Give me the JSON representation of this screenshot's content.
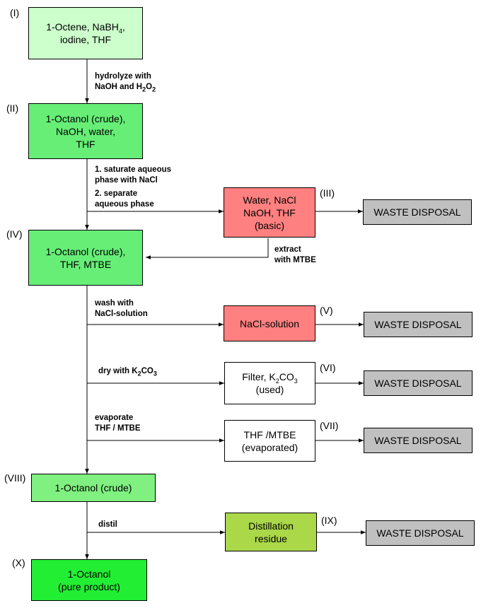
{
  "nodes": {
    "n1": {
      "id": "(I)",
      "lines": [
        "1-Octene, NaBH<sub>4</sub>,",
        "iodine, THF"
      ],
      "color": "#ccffcc"
    },
    "n2": {
      "id": "(II)",
      "lines": [
        "1-Octanol (crude),",
        "NaOH, water,",
        "THF"
      ],
      "color": "#66ee77"
    },
    "n3": {
      "id": "(III)",
      "lines": [
        "Water, NaCl",
        "NaOH, THF",
        "(basic)"
      ],
      "color": "#ff8080"
    },
    "n4": {
      "id": "(IV)",
      "lines": [
        "1-Octanol (crude),",
        "THF, MTBE"
      ],
      "color": "#66ee77"
    },
    "n5": {
      "id": "(V)",
      "lines": [
        "NaCl-solution"
      ],
      "color": "#ff8080"
    },
    "n6": {
      "id": "(VI)",
      "lines": [
        "Filter, K<sub>2</sub>CO<sub>3</sub>",
        "(used)"
      ],
      "color": "#ffffff"
    },
    "n7": {
      "id": "(VII)",
      "lines": [
        "THF /MTBE",
        "(evaporated)"
      ],
      "color": "#ffffff"
    },
    "n8": {
      "id": "(VIII)",
      "lines": [
        "1-Octanol (crude)"
      ],
      "color": "#80f080"
    },
    "n9": {
      "id": "(IX)",
      "lines": [
        "Distillation",
        "residue"
      ],
      "color": "#aad848"
    },
    "n10": {
      "id": "(X)",
      "lines": [
        "1-Octanol",
        "(pure product)"
      ],
      "color": "#22ee33"
    }
  },
  "waste_label": "WASTE DISPOSAL",
  "edge_labels": {
    "hydrolyze": [
      "hydrolyze with",
      "NaOH and H<sub>2</sub>O<sub>2</sub>"
    ],
    "saturate": [
      "1. saturate aqueous",
      "phase with NaCl"
    ],
    "separate": [
      "2. separate",
      "aqueous phase"
    ],
    "extract": [
      "extract",
      "with MTBE"
    ],
    "wash": [
      "wash with",
      "NaCl-solution"
    ],
    "dry": [
      "dry with K<sub>2</sub>CO<sub>3</sub>"
    ],
    "evaporate": [
      "evaporate",
      "THF / MTBE"
    ],
    "distil": [
      "distil"
    ]
  }
}
